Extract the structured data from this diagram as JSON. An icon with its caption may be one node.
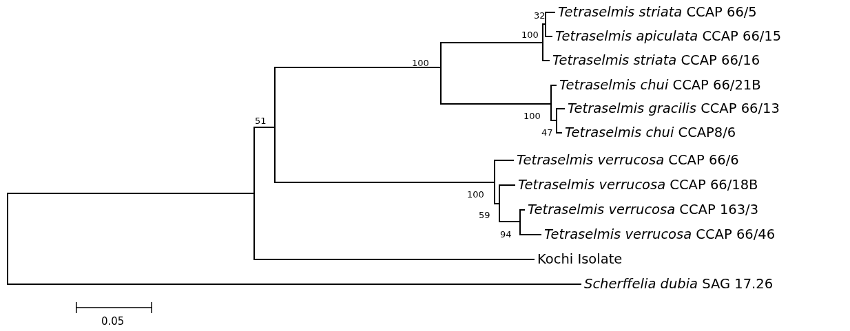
{
  "diagram": {
    "nodes": [
      {
        "text": [],
        "shape": "bar"
      },
      {
        "text": [],
        "shape": "bar",
        "beside": [
          "51"
        ]
      },
      {
        "text": [],
        "shape": "bar"
      },
      {
        "text": [],
        "shape": "bar",
        "beside": [
          "100"
        ]
      },
      {
        "text": [],
        "shape": "bar",
        "beside": [
          "100"
        ]
      },
      {
        "text": [],
        "shape": "bar",
        "beside": [
          "32"
        ]
      },
      {
        "text": [
          "*Tetraselmis striata* CCAP 66/5"
        ]
      },
      {
        "text": [
          "*Tetraselmis apiculata* CCAP 66/15"
        ]
      },
      {
        "text": [
          "*Tetraselmis striata* CCAP 66/16"
        ]
      },
      {
        "text": [],
        "shape": "bar",
        "beside": [
          "100"
        ]
      },
      {
        "text": [],
        "shape": "bar",
        "beside": [
          "47"
        ]
      },
      {
        "text": [
          "*Tetraselmis chui* CCAP 66/21B"
        ]
      },
      {
        "text": [
          "*Tetraselmis gracilis* CCAP 66/13"
        ]
      },
      {
        "text": [
          "*Tetraselmis chui* CCAP8/6"
        ]
      },
      {
        "text": [],
        "shape": "bar",
        "beside": [
          "100"
        ]
      },
      {
        "text": [
          "*Tetraselmis verrucosa* CCAP 66/6"
        ]
      },
      {
        "text": [],
        "shape": "bar",
        "beside": [
          "59"
        ]
      },
      {
        "text": [
          "*Tetraselmis verrucosa* CCAP 66/18B"
        ]
      },
      {
        "text": [],
        "shape": "bar",
        "beside": [
          "94"
        ]
      },
      {
        "text": [
          "*Tetraselmis verrucosa* CCAP 163/3"
        ]
      },
      {
        "text": [
          "*Tetraselmis verrucosa* CCAP 66/46"
        ]
      },
      {
        "text": [
          "Kochi Isolate"
        ]
      },
      {
        "text": [
          "*Scherffelia dubia* SAG 17.26"
        ]
      }
    ],
    "edges": [
      {
        "from": 0,
        "to": 1,
        "arrow": "none"
      },
      {
        "from": 0,
        "to": 22,
        "arrow": "none"
      },
      {
        "from": 1,
        "to": 2,
        "arrow": "none"
      },
      {
        "from": 1,
        "to": 21,
        "arrow": "none"
      },
      {
        "from": 2,
        "to": 3,
        "arrow": "none"
      },
      {
        "from": 2,
        "to": 14,
        "arrow": "none"
      },
      {
        "from": 3,
        "to": 4,
        "arrow": "none"
      },
      {
        "from": 3,
        "to": 9,
        "arrow": "none"
      },
      {
        "from": 4,
        "to": 5,
        "arrow": "none"
      },
      {
        "from": 4,
        "to": 8,
        "arrow": "none"
      },
      {
        "from": 5,
        "to": 6,
        "arrow": "none"
      },
      {
        "from": 5,
        "to": 7,
        "arrow": "none"
      },
      {
        "from": 9,
        "to": 11,
        "arrow": "none"
      },
      {
        "from": 9,
        "to": 10,
        "arrow": "none"
      },
      {
        "from": 10,
        "to": 12,
        "arrow": "none"
      },
      {
        "from": 10,
        "to": 13,
        "arrow": "none"
      },
      {
        "from": 14,
        "to": 15,
        "arrow": "none"
      },
      {
        "from": 14,
        "to": 16,
        "arrow": "none"
      },
      {
        "from": 16,
        "to": 17,
        "arrow": "none"
      },
      {
        "from": 16,
        "to": 18,
        "arrow": "none"
      },
      {
        "from": 18,
        "to": 19,
        "arrow": "none"
      },
      {
        "from": 18,
        "to": 20,
        "arrow": "none"
      }
    ],
    "labels": [
      "0.05"
    ]
  }
}
